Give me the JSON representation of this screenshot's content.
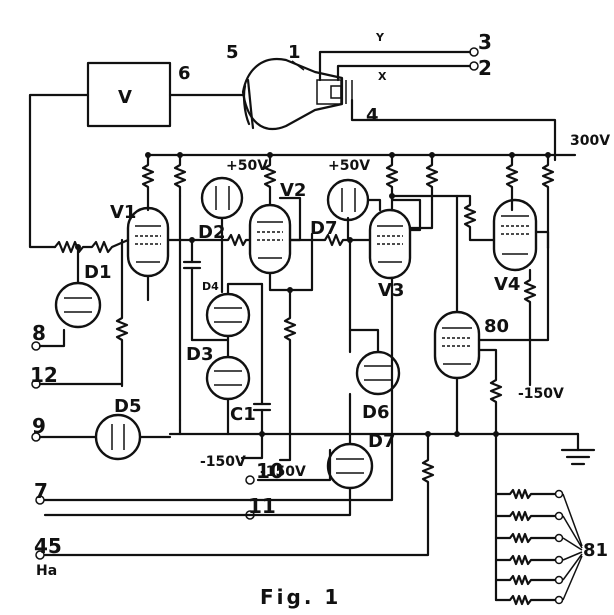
{
  "figure": {
    "caption": "Fig. 1"
  },
  "blocks": {
    "amplifier_label": "V"
  },
  "supply": {
    "b_plus": "300V",
    "neg_150_a": "-150V",
    "neg_150_b": "-150V",
    "neg_150_c": "-150V",
    "plus_50_a": "+50V",
    "plus_50_b": "+50V"
  },
  "tubes": {
    "v1": "V1",
    "v2": "V2",
    "v3": "V3",
    "v4": "V4",
    "v80": "80"
  },
  "diodes": {
    "d1": "D1",
    "d2": "D2",
    "d3": "D3",
    "d4": "D4",
    "d5": "D5",
    "d6": "D6",
    "d7a": "D7",
    "d7b": "D7"
  },
  "capacitors": {
    "c1": "C1"
  },
  "crt": {
    "screen": "5",
    "tube": "1",
    "amp_ref": "6",
    "plates": "4",
    "y": "Y",
    "x": "X"
  },
  "terminals": {
    "t3": "3",
    "t2": "2",
    "t8": "8",
    "t12": "12",
    "t9": "9",
    "t7": "7",
    "t11": "11",
    "t10": "10",
    "t45": "45",
    "t45_sub": "Ha"
  },
  "network": {
    "label": "81"
  }
}
